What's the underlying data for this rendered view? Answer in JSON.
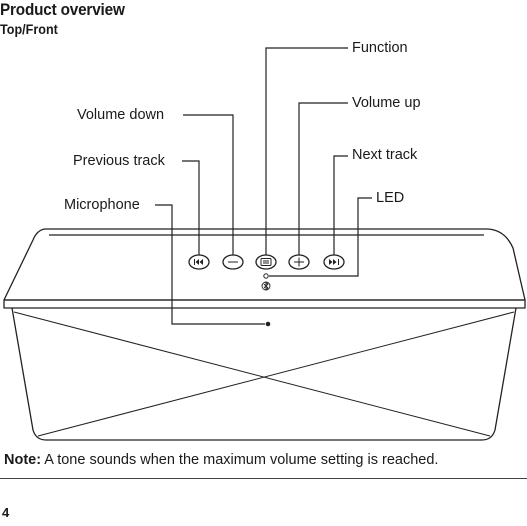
{
  "header": {
    "title": "Product overview",
    "subtitle": "Top/Front"
  },
  "callouts": {
    "function": "Function",
    "volume_up": "Volume up",
    "volume_down": "Volume down",
    "next_track": "Next track",
    "previous_track": "Previous track",
    "led": "LED",
    "microphone": "Microphone"
  },
  "note": {
    "prefix": "Note:",
    "text": "A tone sounds when the maximum volume setting is reached."
  },
  "footer": {
    "page_number": "4"
  }
}
